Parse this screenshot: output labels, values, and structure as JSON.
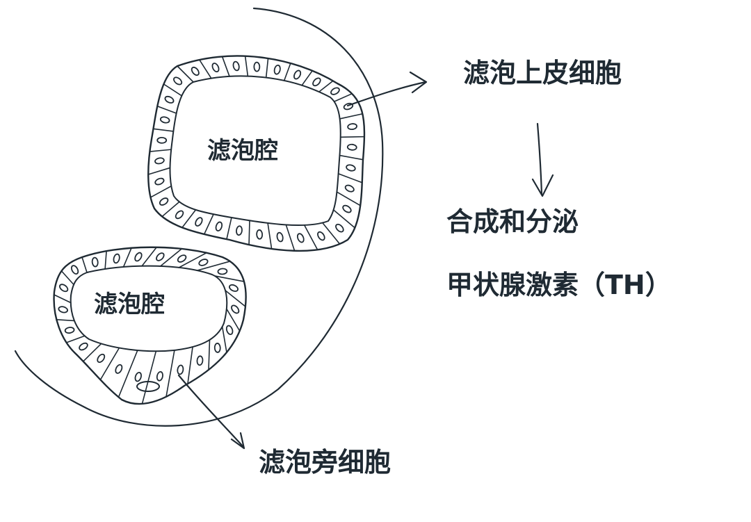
{
  "labels": {
    "follicle_epithelial_cell": "滤泡上皮细胞",
    "synthesize_secrete": "合成和分泌",
    "thyroid_hormone": "甲状腺激素（TH）",
    "follicle_lumen_1": "滤泡腔",
    "follicle_lumen_2": "滤泡腔",
    "parafollicular_cell": "滤泡旁细胞"
  },
  "colors": {
    "ink": "#1f2a33",
    "background": "#ffffff"
  }
}
